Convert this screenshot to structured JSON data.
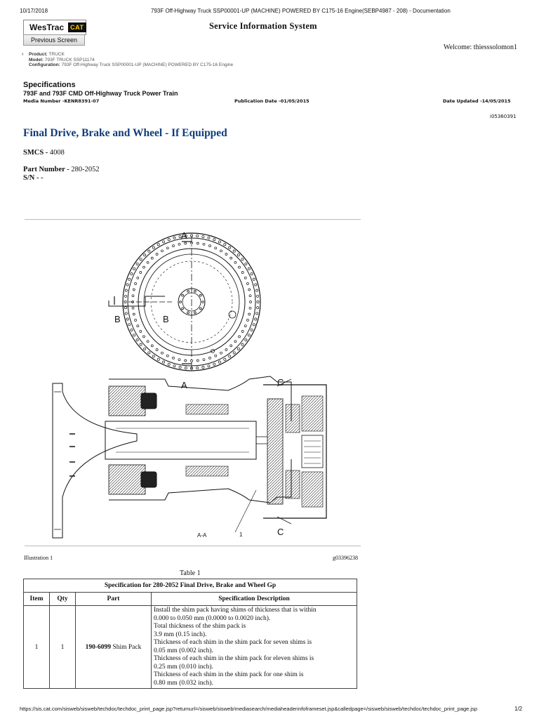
{
  "print_header": {
    "date": "10/17/2018",
    "title": "793F Off-Highway Truck SSP00001-UP (MACHINE) POWERED BY C175-16 Engine(SEBP4987 - 208) - Documentation"
  },
  "branding": {
    "westrac": "WesTrac",
    "cat": "CAT",
    "previous_screen": "Previous Screen",
    "system_title": "Service Information System"
  },
  "welcome": "Welcome: thiesssolomon1",
  "breadcrumb": {
    "product_label": "Product:",
    "product": "TRUCK",
    "model_label": "Model:",
    "model": "793F TRUCK SSP11174",
    "config_label": "Configuration:",
    "config": "793F Off-Highway Truck SSP00001-UP (MACHINE) POWERED BY C175-16 Engine"
  },
  "spec": {
    "heading": "Specifications",
    "subheading": "793F and 793F CMD Off-Highway Truck Power Train",
    "media_number": "Media Number -KENR8391-07",
    "publication_date": "Publication Date -01/05/2015",
    "date_updated": "Date Updated -14/05/2015",
    "doc_id": "i05360391"
  },
  "page_title": "Final Drive, Brake and Wheel - If Equipped",
  "smcs": {
    "label": "SMCS -",
    "value": "4008"
  },
  "part_number": {
    "label": "Part Number -",
    "value": "280-2052"
  },
  "sn": {
    "label": "S/N -",
    "value": "-"
  },
  "illustration": {
    "label": "Illustration 1",
    "id": "g03396238",
    "callouts": {
      "a": "A",
      "b": "B",
      "c": "C",
      "section": "A-A",
      "item1": "1"
    }
  },
  "table": {
    "caption": "Table 1",
    "title": "Specification for 280-2052 Final Drive, Brake and Wheel Gp",
    "headers": [
      "Item",
      "Qty",
      "Part",
      "Specification Description"
    ],
    "row": {
      "item": "1",
      "qty": "1",
      "part_number": "190-6099",
      "part_name": "Shim Pack",
      "description": [
        "Install the shim pack having shims of thickness that is within",
        "0.000 to 0.050 mm (0.0000 to 0.0020 inch).",
        "Total thickness of the shim pack is",
        "3.9 mm (0.15 inch).",
        "Thickness of each shim in the shim pack for seven shims is",
        "0.05 mm (0.002 inch).",
        "Thickness of each shim in the shim pack for eleven shims is",
        "0.25 mm (0.010 inch).",
        "Thickness of each shim in the shim pack for one shim is",
        "0.80 mm (0.032 inch)."
      ]
    }
  },
  "print_footer": {
    "url": "https://sis.cat.com/sisweb/sisweb/techdoc/techdoc_print_page.jsp?returnurl=/sisweb/sisweb/mediasearch/mediaheaderinfoframeset.jsp&calledpage=/sisweb/sisweb/techdoc/techdoc_print_page.jsp",
    "page": "1/2"
  }
}
